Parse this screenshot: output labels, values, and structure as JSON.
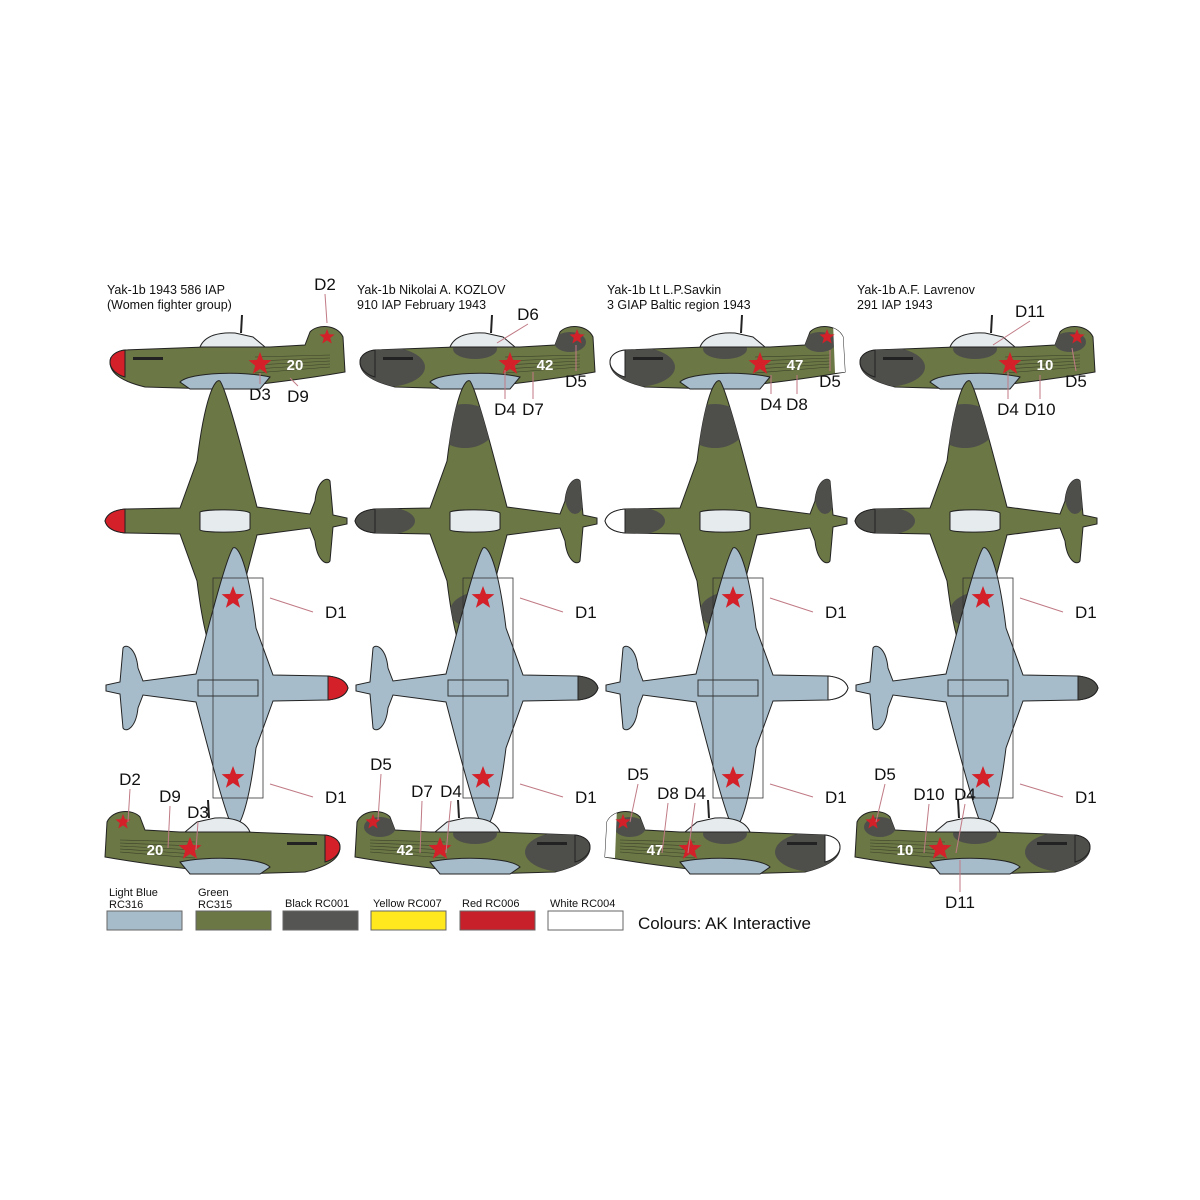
{
  "colors": {
    "green": "#6b7744",
    "dark": "#4e4f4b",
    "light_blue": "#a6bccb",
    "red": "#d42029",
    "white": "#ffffff",
    "line": "#c07a85"
  },
  "aircraft": [
    {
      "title_lines": [
        "Yak-1b 1943 586 IAP",
        "(Women fighter group)"
      ],
      "number": "20",
      "camouflage": "green",
      "nose": "red",
      "rudder": "green",
      "top_side_callouts": [
        "D2",
        "D3",
        "D9"
      ],
      "bottom_view_callouts": [
        "D1",
        "D1"
      ],
      "bottom_side_callouts": [
        "D2",
        "D9",
        "D3"
      ]
    },
    {
      "title_lines": [
        "Yak-1b Nikolai A. KOZLOV",
        "910 IAP February 1943"
      ],
      "number": "42",
      "camouflage": "green-black",
      "nose": "dark",
      "rudder": "dark",
      "top_side_callouts": [
        "D6",
        "D4",
        "D7",
        "D5"
      ],
      "bottom_view_callouts": [
        "D1",
        "D1"
      ],
      "bottom_side_callouts": [
        "D5",
        "D7",
        "D4"
      ]
    },
    {
      "title_lines": [
        "Yak-1b Lt L.P.Savkin",
        "3 GIAP Baltic region 1943"
      ],
      "number": "47",
      "camouflage": "green-black",
      "nose": "white",
      "rudder": "white",
      "top_side_callouts": [
        "D4",
        "D8",
        "D5"
      ],
      "bottom_view_callouts": [
        "D1",
        "D1"
      ],
      "bottom_side_callouts": [
        "D5",
        "D8",
        "D4"
      ]
    },
    {
      "title_lines": [
        "Yak-1b A.F. Lavrenov",
        "291 IAP 1943"
      ],
      "number": "10",
      "camouflage": "green-black",
      "nose": "dark",
      "rudder": "dark",
      "top_side_callouts": [
        "D11",
        "D4",
        "D10",
        "D5"
      ],
      "bottom_view_callouts": [
        "D1",
        "D1"
      ],
      "bottom_side_callouts": [
        "D5",
        "D10",
        "D4",
        "D11"
      ]
    }
  ],
  "legend": {
    "swatches": [
      {
        "label_lines": [
          "Light Blue",
          "RC316"
        ],
        "color": "#a6bccb"
      },
      {
        "label_lines": [
          "Green",
          "RC315"
        ],
        "color": "#6b7744"
      },
      {
        "label_lines": [
          "Black RC001"
        ],
        "color": "#555654"
      },
      {
        "label_lines": [
          "Yellow RC007"
        ],
        "color": "#ffe81e"
      },
      {
        "label_lines": [
          "Red RC006"
        ],
        "color": "#c8202a"
      },
      {
        "label_lines": [
          "White RC004"
        ],
        "color": "#ffffff"
      }
    ],
    "credit": "Colours: AK Interactive"
  }
}
